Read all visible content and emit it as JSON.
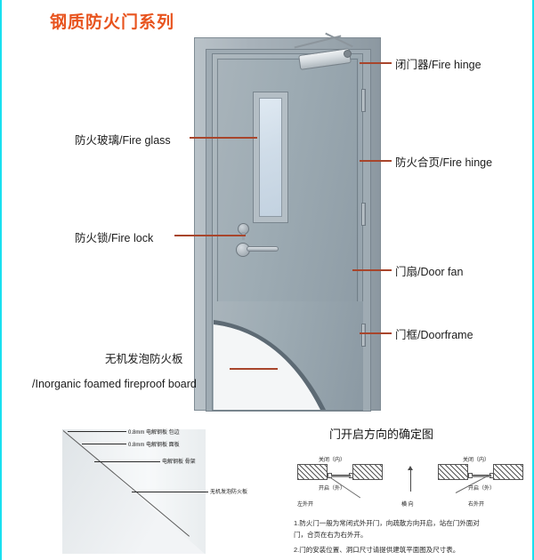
{
  "title": "钢质防火门系列",
  "callouts": {
    "right": [
      {
        "id": "door-closer",
        "text": "闭门器/Fire hinge"
      },
      {
        "id": "fire-hinge",
        "text": "防火合页/Fire hinge"
      },
      {
        "id": "door-fan",
        "text": "门扇/Door fan"
      },
      {
        "id": "doorframe",
        "text": "门框/Doorframe"
      }
    ],
    "left": [
      {
        "id": "fire-glass",
        "text": "防火玻璃/Fire glass"
      },
      {
        "id": "fire-lock",
        "text": "防火锁/Fire lock"
      }
    ],
    "board": {
      "line1": "无机发泡防火板",
      "line2": "/Inorganic foamed fireproof board"
    }
  },
  "section": {
    "labels": [
      "0.8mm 电解钢板 包边",
      "0.8mm 电解钢板 面板",
      "电解钢板 骨架",
      "无机发泡防火板"
    ]
  },
  "direction": {
    "title": "门开启方向的确定图",
    "left_diagram": {
      "top": "关闭（内）",
      "mid": "开启（外）",
      "bottom": "左外开"
    },
    "right_diagram": {
      "top": "关闭（内）",
      "mid": "开启（外）",
      "bottom": "右外开"
    },
    "center_label": "横 向",
    "notes": [
      "1.防火门一般为常闭式外开门，向疏散方向开启，站在门外面对",
      "门，合页在右为右外开。",
      "2.门的安装位置、洞口尺寸请提供建筑平面图及尺寸表。"
    ]
  },
  "colors": {
    "title": "#e8541f",
    "lead": "#a8452b",
    "edge": "#18e0f0"
  }
}
